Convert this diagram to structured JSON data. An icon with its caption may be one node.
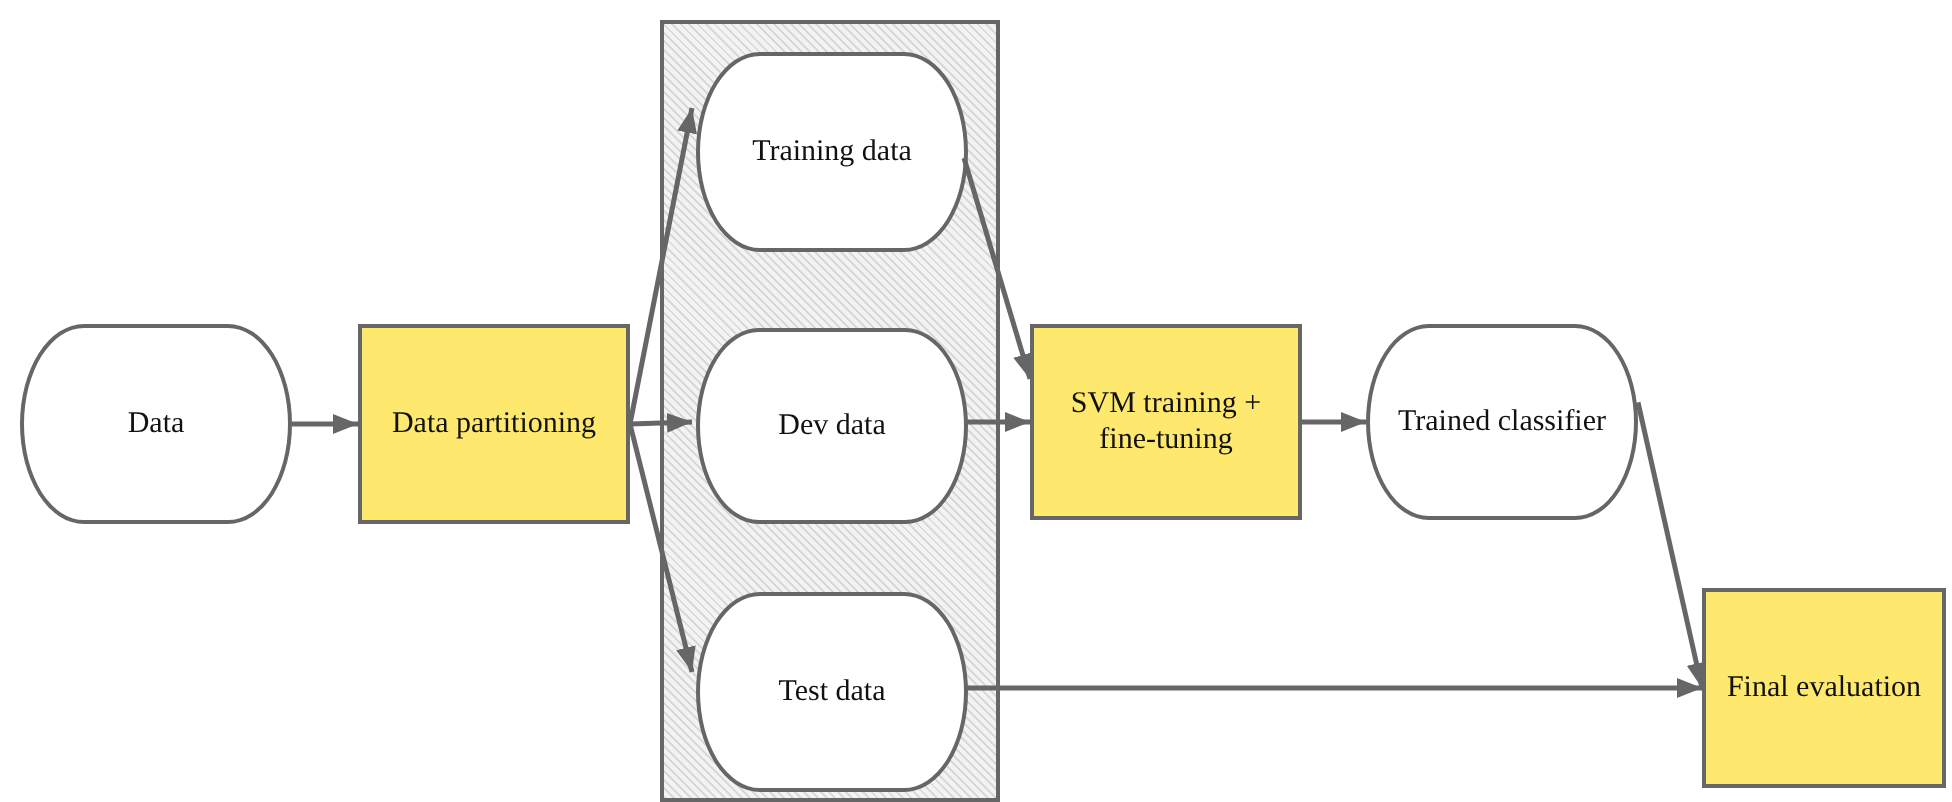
{
  "diagram": {
    "nodes": [
      {
        "text": [
          "Data"
        ]
      },
      {
        "text": [
          "Data partitioning"
        ]
      },
      {
        "text": [],
        "shape": "box"
      },
      {
        "text": [
          "Training data"
        ],
        "in": 2
      },
      {
        "text": [
          "Dev data"
        ],
        "in": 2
      },
      {
        "text": [
          "Test data"
        ],
        "in": 2
      },
      {
        "text": [
          "SVM training + fine-tuning"
        ]
      },
      {
        "text": [
          "Trained classifier"
        ]
      },
      {
        "text": [
          "Final evaluation"
        ]
      }
    ],
    "edges": [
      {
        "from": 0,
        "to": 1,
        "arrow": "to"
      },
      {
        "from": 1,
        "to": 3,
        "arrow": "to"
      },
      {
        "from": 1,
        "to": 4,
        "arrow": "to"
      },
      {
        "from": 1,
        "to": 5,
        "arrow": "to"
      },
      {
        "from": 3,
        "to": 6,
        "arrow": "to"
      },
      {
        "from": 4,
        "to": 6,
        "arrow": "to"
      },
      {
        "from": 5,
        "to": 8,
        "arrow": "to"
      },
      {
        "from": 6,
        "to": 7,
        "arrow": "to"
      },
      {
        "from": 7,
        "to": 8,
        "arrow": "to"
      }
    ]
  }
}
